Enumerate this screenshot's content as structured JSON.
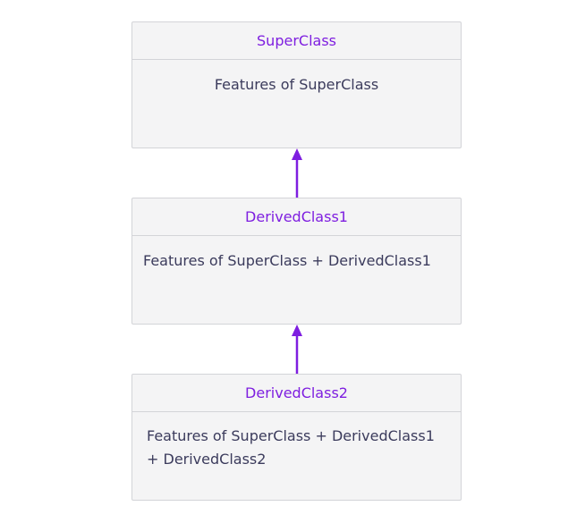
{
  "colors": {
    "accent": "#7e1ee0",
    "box_fill": "#f4f4f5",
    "box_border": "#d3d4d8",
    "text": "#3b3b5c"
  },
  "classes": [
    {
      "name": "SuperClass",
      "features": "Features of SuperClass"
    },
    {
      "name": "DerivedClass1",
      "features": "Features of SuperClass + DerivedClass1"
    },
    {
      "name": "DerivedClass2",
      "features_line1": "Features of SuperClass + DerivedClass1",
      "features_line2": "+ DerivedClass2"
    }
  ]
}
